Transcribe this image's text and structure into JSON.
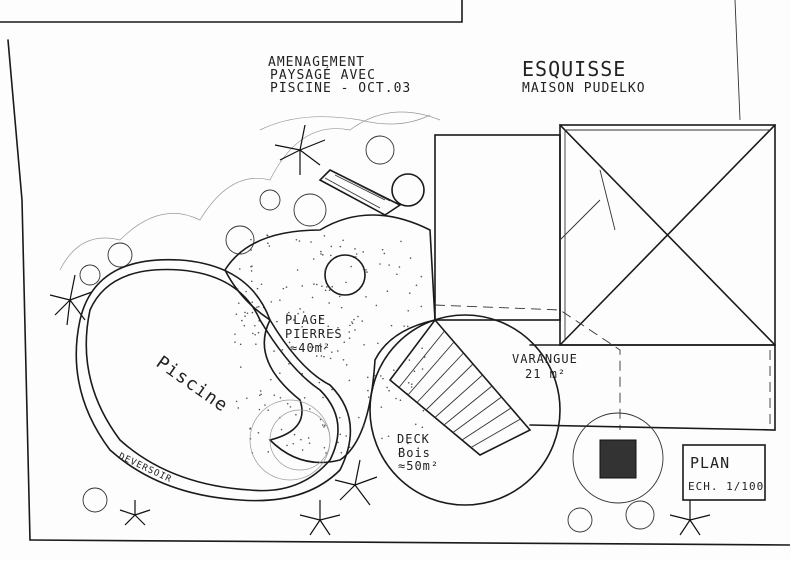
{
  "title_block": {
    "line1": "AMENAGEMENT",
    "line2": "PAYSAGÉ AVEC",
    "line3": "PISCINE - OCT.03"
  },
  "sketch_title": {
    "title": "ESQUISSE",
    "subtitle": "MAISON PUDELKO"
  },
  "labels": {
    "pool": "Piscine",
    "beach_line1": "PLAGE",
    "beach_line2": "PIERRES",
    "beach_area": "≈40m²",
    "veranda_line1": "VARANGUE",
    "veranda_area": "21 m²",
    "deck_line1": "DECK",
    "deck_line2": "Bois",
    "deck_area": "≈50m²",
    "overflow": "DEVERSOIR"
  },
  "plan_box": {
    "line1": "PLAN",
    "line2": "ECH. 1/100"
  }
}
